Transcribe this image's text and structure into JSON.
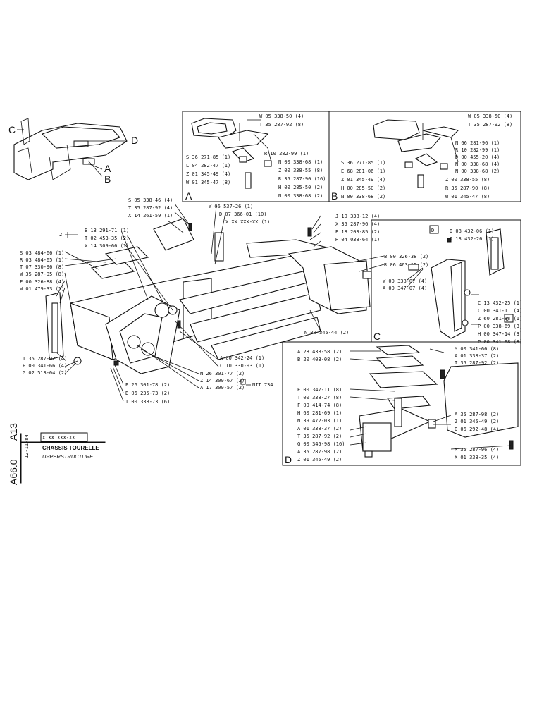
{
  "sheet": {
    "ref_left": "A13",
    "ref_right": "A66.0",
    "part_number": "X XX  XXX-XX",
    "date": "12-11-84",
    "title_fr": "CHASSIS TOURELLE",
    "title_en": "UPPERSTRUCTURE",
    "nit_note": "NIT 734",
    "bracket_note": "2"
  },
  "overview_letters": [
    "C",
    "D",
    "A",
    "B"
  ],
  "inset_letters": {
    "a": "A",
    "b": "B",
    "c": "C",
    "d": "D"
  },
  "inset_a_labels": [
    "W 05 338-50 (4)",
    "T 35 287-92 (8)",
    "S 36 271-85 (1)",
    "R 10 282-99 (1)",
    "L 04 282-47 (1)",
    "N 00 338-68 (1)",
    "Z 01 345-49 (4)",
    "Z 00 338-55 (8)",
    "W 01 345-47 (8)",
    "R 35 287-90 (16)",
    "H 00 285-50 (2)",
    "N 00 338-68 (2)"
  ],
  "inset_b_labels": [
    "W 05 338-50 (4)",
    "T 35 287-92 (8)",
    "N 66 281-96 (1)",
    "R 10 282-99 (1)",
    "D 00 455-20 (4)",
    "S 36 271-85 (1)",
    "N 00 338-68 (4)",
    "E 68 281-06 (1)",
    "N 00 338-68 (2)",
    "Z 01 345-49 (4)",
    "Z 00 338-55 (8)",
    "H 00 285-50 (2)",
    "R 35 287-90 (8)",
    "N 00 338-68 (2)",
    "W 01 345-47 (8)"
  ],
  "main_labels": [
    "S 05 338-46 (4)",
    "T 35 287-92 (4)",
    "X 14 261-59 (1)",
    "W 06 537-26 (1)",
    "D 07 366-01 (10)",
    "X XX XXX-XX (1)",
    "J 10 338-12 (4)",
    "X 35 287-96 (4)",
    "E 18 203-85 (2)",
    "H 04 038-64 (1)",
    "B 13 291-71 (1)",
    "T 02 453-35 (2)",
    "X 14 309-66 (1)",
    "S 03 484-66 (1)",
    "R 03 484-65 (1)",
    "T 07 330-96 (8)",
    "W 35 287-95 (8)",
    "F 00 326-88 (4)",
    "W 01 479-33 (1)",
    "B 00 326-38 (2)",
    "R 06 463-15 (2)",
    "N 08 345-44 (2)",
    "T 35 287-92 (4)",
    "P 00 341-66 (4)",
    "G 02 513-04 (2)",
    "A 00 342-24 (1)",
    "C 10 330-93 (1)",
    "N 26 301-77 (2)",
    "Z 14 309-67 (2)",
    "A 17 309-57 (2)",
    "P 26 301-78 (2)",
    "B 06 235-73 (2)",
    "T 00 338-73 (6)"
  ],
  "inset_c_labels": [
    "D 08 432-06 (1)",
    "D 13 432-26 (1)",
    "W 00 338-07 (4)",
    "A 00 347-07 (4)",
    "C 13 432-25 (1)",
    "C 00 341-11 (4)",
    "Z 60 281-84 (1)",
    "P 00 338-69 (3)",
    "H 00 347-14 (3)",
    "P 00 341-68 (3)"
  ],
  "inset_c_tags": [
    "D",
    "D"
  ],
  "inset_d_labels": [
    "A 28 438-58 (2)",
    "B 20 403-08 (2)",
    "M 00 341-66 (8)",
    "A 01 338-37 (2)",
    "T 35 287-92 (2)",
    "E 00 347-11 (8)",
    "T 00 338-27 (8)",
    "F 00 414-74 (8)",
    "H 60 281-69 (1)",
    "N 39 472-03 (1)",
    "A 01 338-37 (2)",
    "T 35 287-92 (2)",
    "G 00 345-98 (16)",
    "A 35 287-98 (2)",
    "Z 01 345-49 (2)",
    "A 35 287-98 (2)",
    "Z 01 345-49 (2)",
    "Q 06 292-48 (4)",
    "X 35 287-96 (4)",
    "X 01 338-35 (4)"
  ]
}
